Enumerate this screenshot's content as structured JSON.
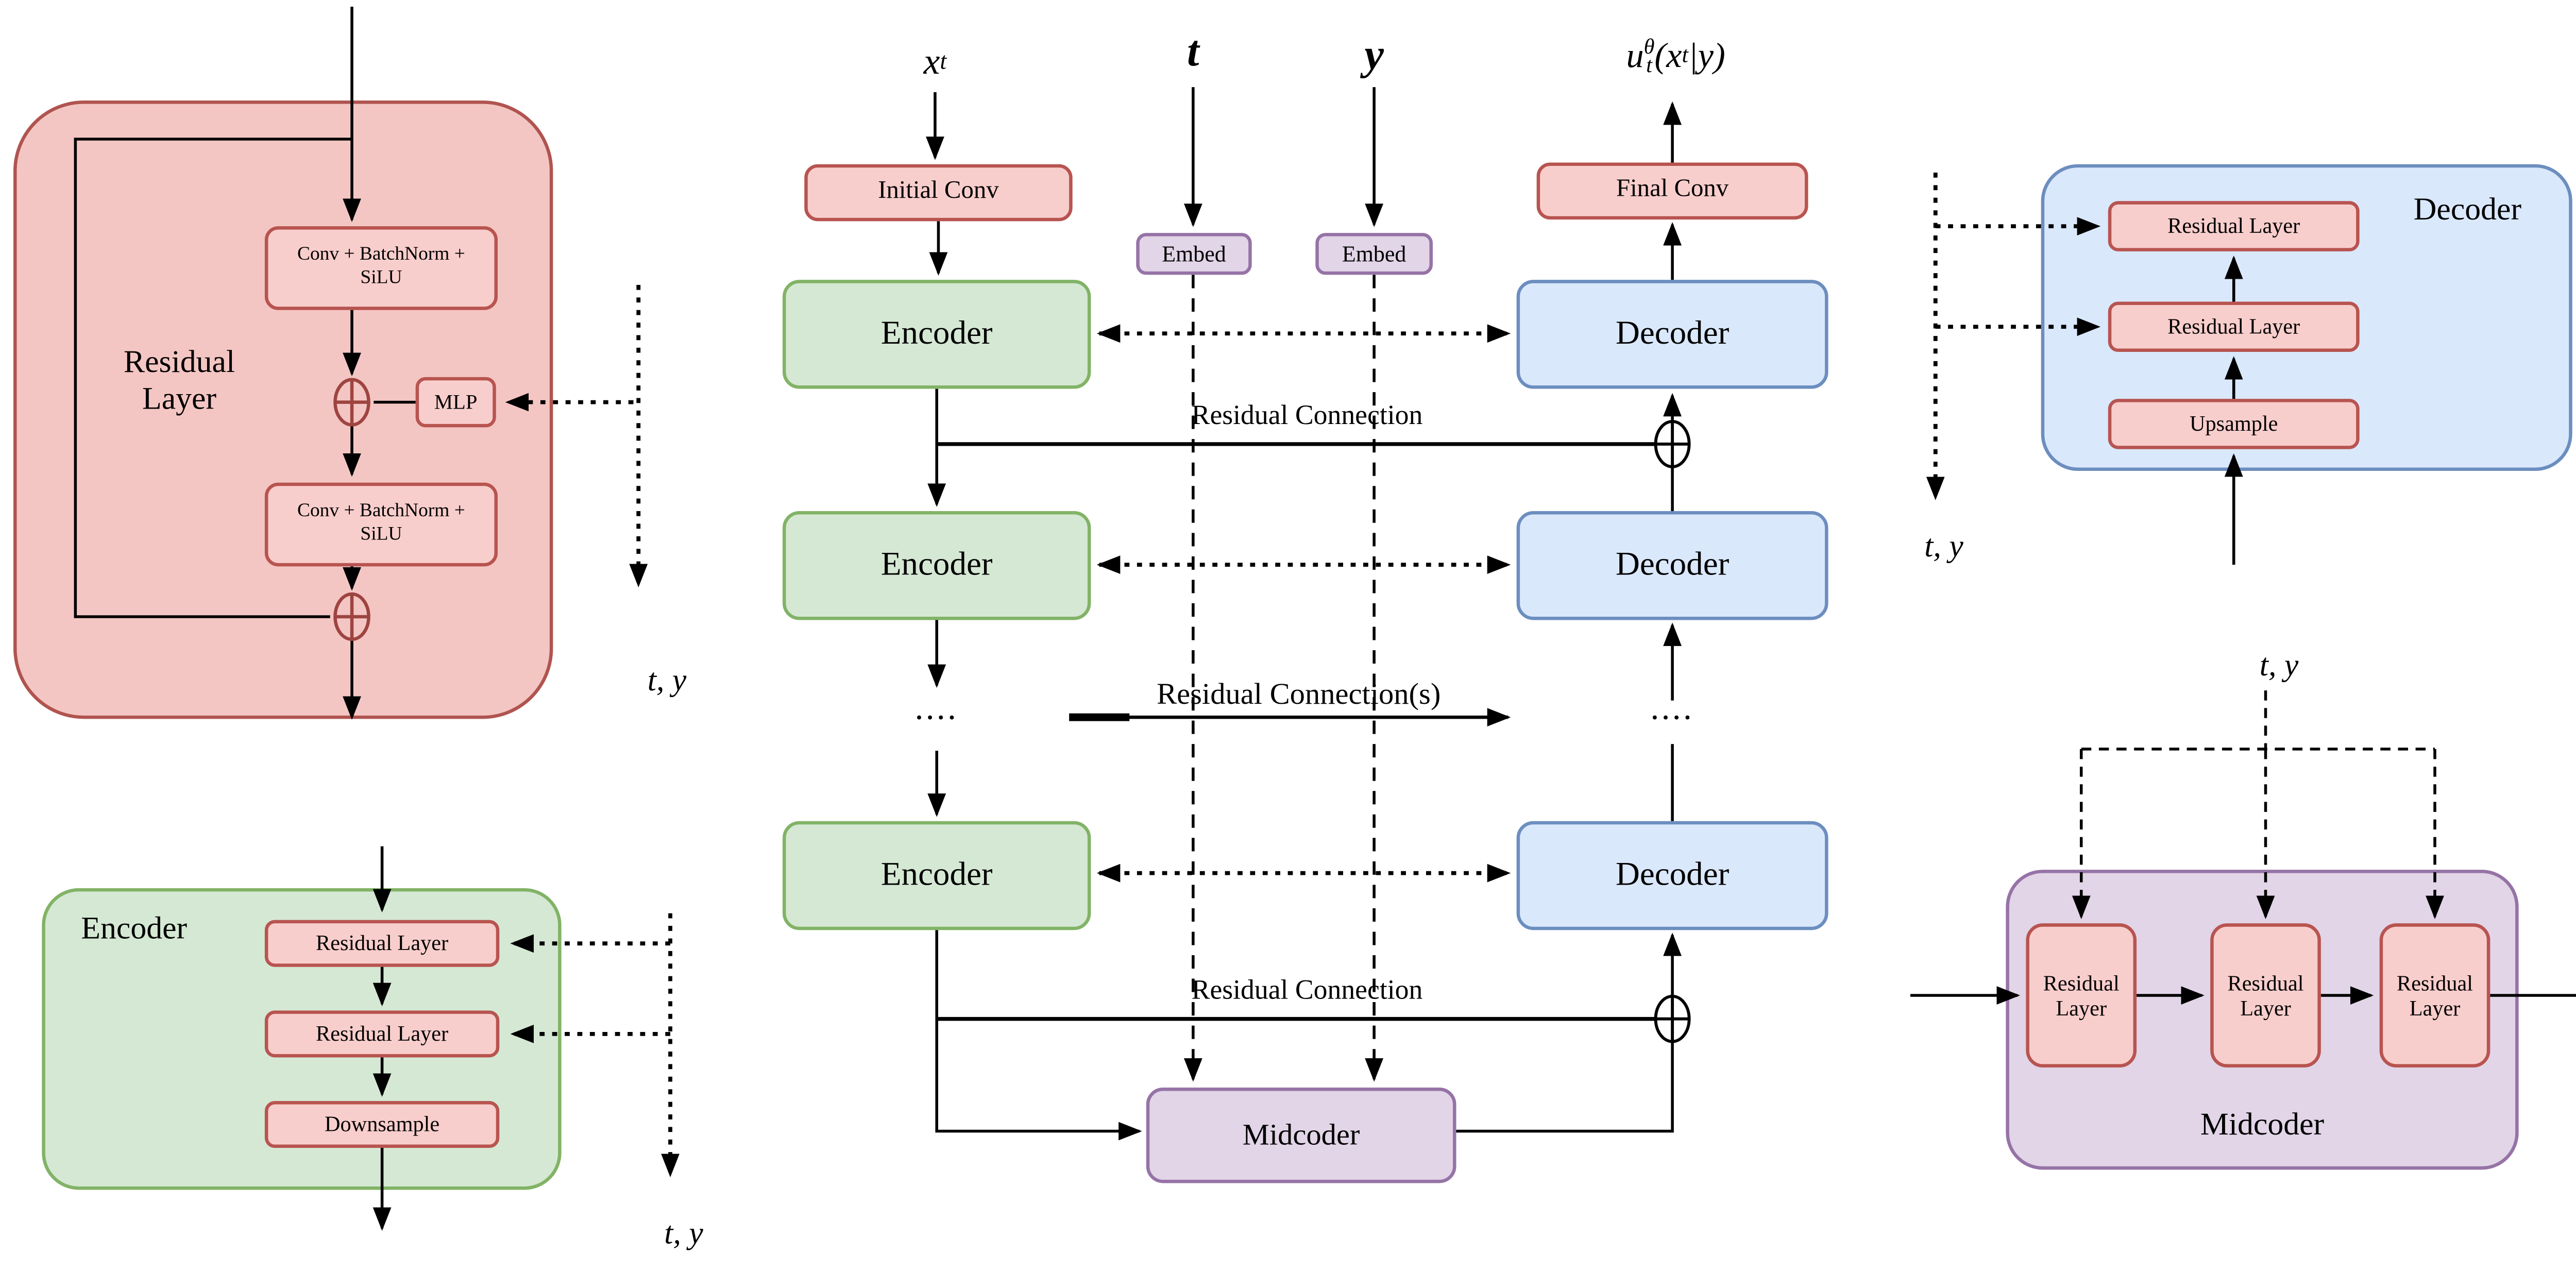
{
  "colors": {
    "pink_fill": "#f8cecc",
    "pink_border": "#b85450",
    "red_group_fill": "#f4c6c3",
    "green_fill": "#d5e8d4",
    "green_border": "#82b366",
    "blue_fill": "#dae8fc",
    "blue_border": "#6c8ebf",
    "purple_fill": "#e1d5e7",
    "purple_border": "#9673a6",
    "line": "#000000"
  },
  "residual_layer_detail": {
    "label": "Residual\nLayer",
    "conv_block_top": "Conv + BatchNorm +\nSiLU",
    "conv_block_bottom": "Conv + BatchNorm +\nSiLU",
    "mlp": "MLP",
    "condition_label": "t, y"
  },
  "encoder_detail": {
    "label": "Encoder",
    "layers": [
      "Residual Layer",
      "Residual Layer",
      "Downsample"
    ],
    "condition_label": "t, y"
  },
  "decoder_detail": {
    "label": "Decoder",
    "layers": [
      "Residual Layer",
      "Residual Layer",
      "Upsample"
    ],
    "condition_label": "t, y"
  },
  "midcoder_detail": {
    "label": "Midcoder",
    "layers": [
      "Residual\nLayer",
      "Residual\nLayer",
      "Residual\nLayer"
    ],
    "condition_label": "t, y"
  },
  "main": {
    "input": {
      "base": "x",
      "sub": "t"
    },
    "time_label": "t",
    "class_label": "y",
    "output": {
      "base": "u",
      "sup": "θ",
      "sub": "t",
      "arg": "(x",
      "arg_sub": "t",
      "arg_close": "|y)"
    },
    "initial_conv": "Initial Conv",
    "final_conv": "Final Conv",
    "embed_t": "Embed",
    "embed_y": "Embed",
    "encoders": [
      "Encoder",
      "Encoder",
      "Encoder"
    ],
    "decoders": [
      "Decoder",
      "Decoder",
      "Decoder"
    ],
    "midcoder": "Midcoder",
    "residual_top": "Residual Connection",
    "residual_mid": "Residual Connection(s)",
    "residual_bottom": "Residual Connection",
    "encoder_dots": "····",
    "decoder_dots": "····"
  }
}
